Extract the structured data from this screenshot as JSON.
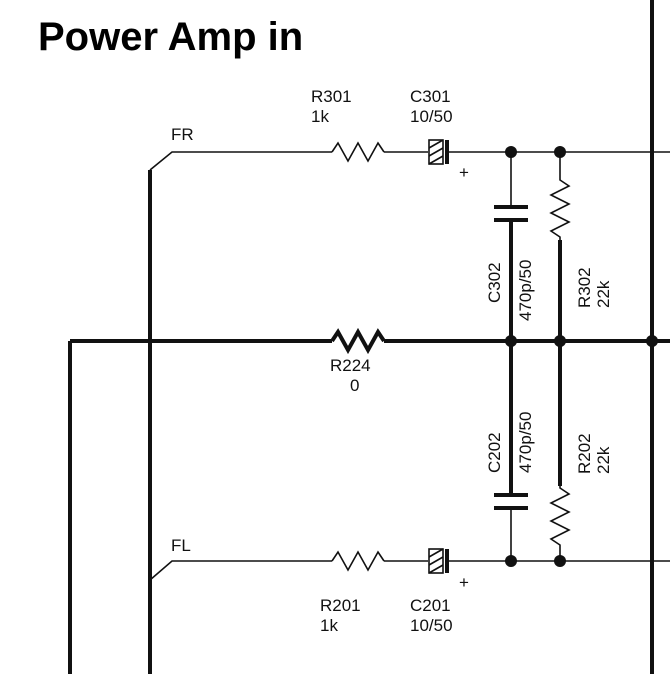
{
  "title": "Power Amp in",
  "nets": {
    "fr": "FR",
    "fl": "FL"
  },
  "components": {
    "r301": {
      "ref": "R301",
      "value": "1k"
    },
    "c301": {
      "ref": "C301",
      "value": "10/50"
    },
    "c302": {
      "ref": "C302",
      "value": "470p/50"
    },
    "r302": {
      "ref": "R302",
      "value": "22k"
    },
    "r224": {
      "ref": "R224",
      "value": "0"
    },
    "c202": {
      "ref": "C202",
      "value": "470p/50"
    },
    "r202": {
      "ref": "R202",
      "value": "22k"
    },
    "r201": {
      "ref": "R201",
      "value": "1k"
    },
    "c201": {
      "ref": "C201",
      "value": "10/50"
    }
  },
  "polarity_mark": "+"
}
